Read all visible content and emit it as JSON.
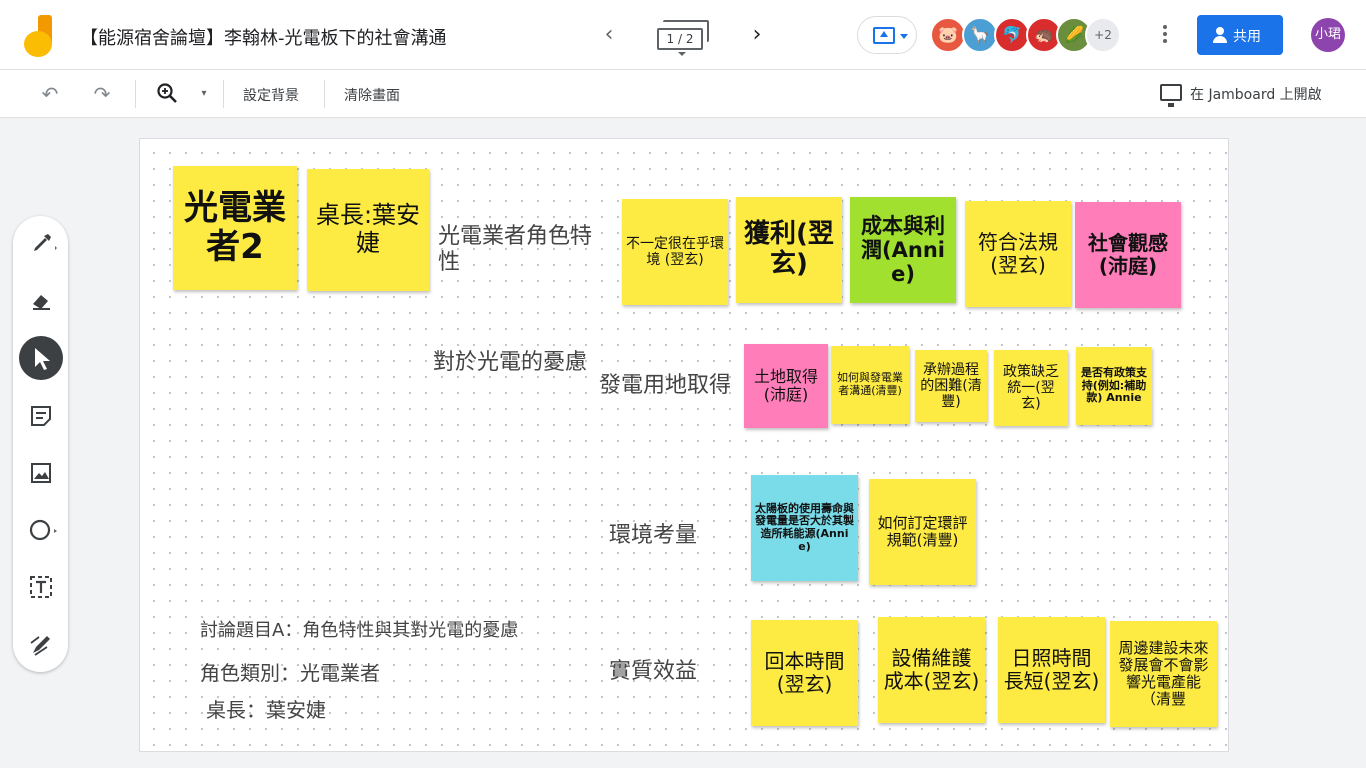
{
  "header": {
    "title": "【能源宿舍論壇】李翰林-光電板下的社會溝通",
    "prev_icon": "chevron-left-icon",
    "next_icon": "chevron-right-icon",
    "frame_counter": "1 / 2",
    "share_label": "共用",
    "user_initials": "小珺",
    "avatars_more": "+2",
    "avatars": [
      {
        "icon": "anonymous-animal-icon",
        "color": "#e8573f",
        "glyph": "🐷"
      },
      {
        "icon": "anonymous-animal-icon",
        "color": "#4b9fd5",
        "glyph": "🦙"
      },
      {
        "icon": "anonymous-animal-icon",
        "color": "#d92d2d",
        "glyph": "🐬"
      },
      {
        "icon": "anonymous-animal-icon",
        "color": "#d92d2d",
        "glyph": "🦔"
      },
      {
        "icon": "anonymous-animal-icon",
        "color": "#6b8e3e",
        "glyph": "🌽"
      }
    ]
  },
  "toolbar": {
    "set_background": "設定背景",
    "clear_frame": "清除畫面",
    "open_in_jamboard": "在 Jamboard 上開啟"
  },
  "board": {
    "labels": {
      "role_traits": "光電業者角色特性",
      "concerns": "對於光電的憂慮",
      "land": "發電用地取得",
      "environment": "環境考量",
      "benefit": "實質效益",
      "topic": "討論題目A：角色特性與其對光電的憂慮",
      "role_category": "角色類別：光電業者",
      "table_lead": "桌長：葉安婕"
    },
    "notes": {
      "title_note": "光電業者2",
      "lead_note": "桌長:葉安婕",
      "n1": "不一定很在乎環境 (翌玄)",
      "n2": "獲利(翌玄)",
      "n3": "成本與利潤(Annie)",
      "n4": "符合法規 (翌玄)",
      "n5": "社會觀感(沛庭)",
      "n6": "土地取得(沛庭)",
      "n7": "如何與發電業者溝通(清豐)",
      "n8": "承辦過程的困難(清豐)",
      "n9": "政策缺乏統一(翌玄)",
      "n10": "是否有政策支持(例如:補助款) Annie",
      "n11": "太陽板的使用壽命與發電量是否大於其製造所耗能源(Annie)",
      "n12": "如何訂定環評規範(清豐)",
      "n13": "回本時間 (翌玄)",
      "n14": "設備維護成本(翌玄)",
      "n15": "日照時間長短(翌玄)",
      "n16": "周邊建設未來發展會不會影響光電產能（清豐"
    }
  }
}
